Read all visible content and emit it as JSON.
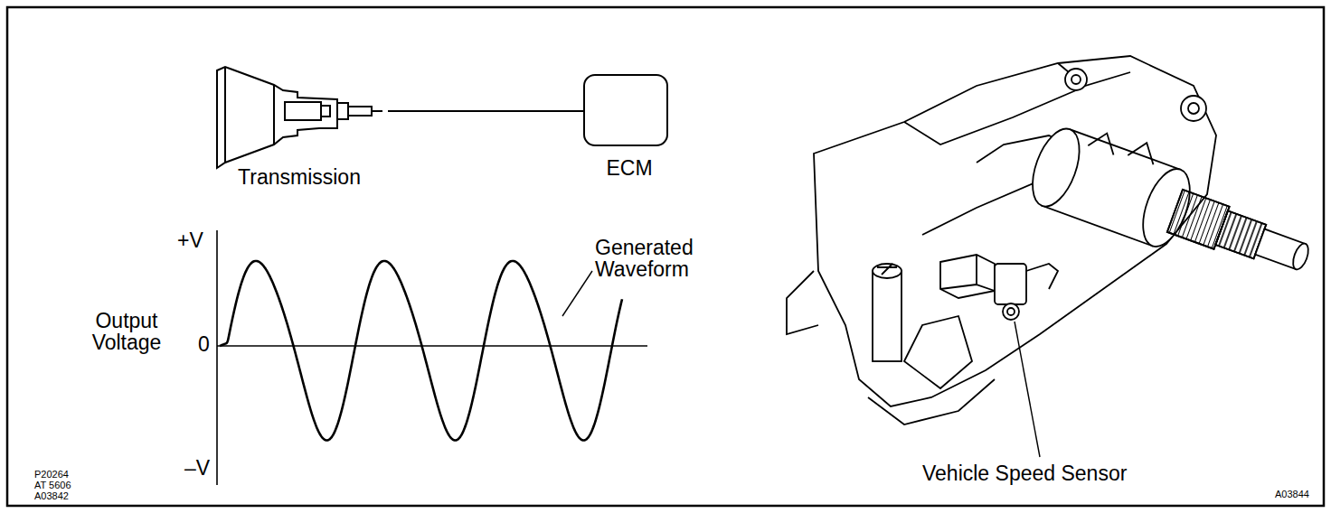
{
  "diagram": {
    "nodes": [
      {
        "text": [
          "Transmission"
        ]
      },
      {
        "text": [
          "ECM"
        ]
      }
    ],
    "edges": [
      {
        "from": 0,
        "to": 1,
        "arrow": "none"
      }
    ],
    "labels": [
      "+V",
      "Output Voltage",
      "0",
      "–V",
      "Generated Waveform",
      "P20264",
      "AT 5606",
      "A03842",
      "Vehicle Speed Sensor",
      "A03844"
    ]
  }
}
